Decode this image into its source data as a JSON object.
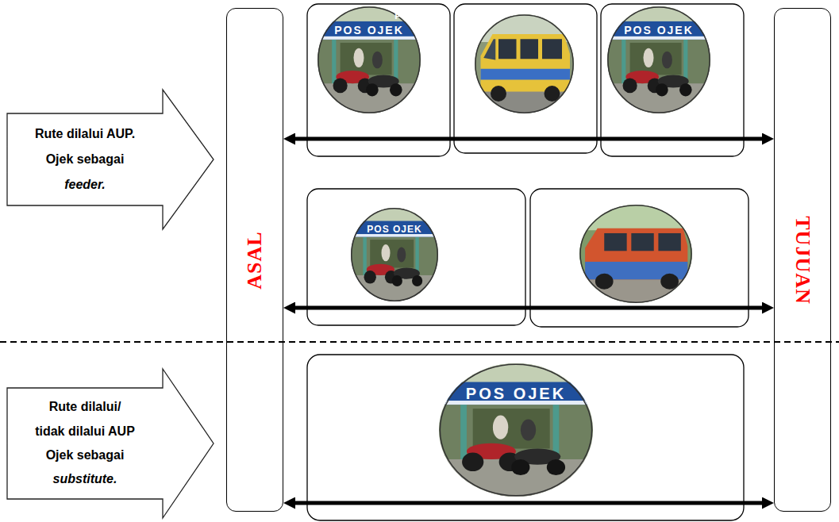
{
  "diagram": {
    "nodes": [
      {
        "text": [
          "Rute dilalui AUP. Ojek sebagai feeder."
        ]
      },
      {
        "text": [
          "Rute dilalui/ tidak dilalui AUP Ojek sebagai substitute."
        ]
      },
      {
        "text": [
          "ASAL"
        ]
      },
      {
        "text": [
          "TUJUAN"
        ]
      }
    ],
    "edges": [
      {
        "from": 2,
        "to": 3,
        "arrow": "both"
      },
      {
        "from": 2,
        "to": 3,
        "arrow": "both"
      },
      {
        "from": 2,
        "to": 3,
        "arrow": "both"
      }
    ],
    "labels": [
      "POS OJEK",
      "POS OJEK",
      "POS OJEK",
      "POS OJEK",
      "POS OJEK"
    ]
  }
}
